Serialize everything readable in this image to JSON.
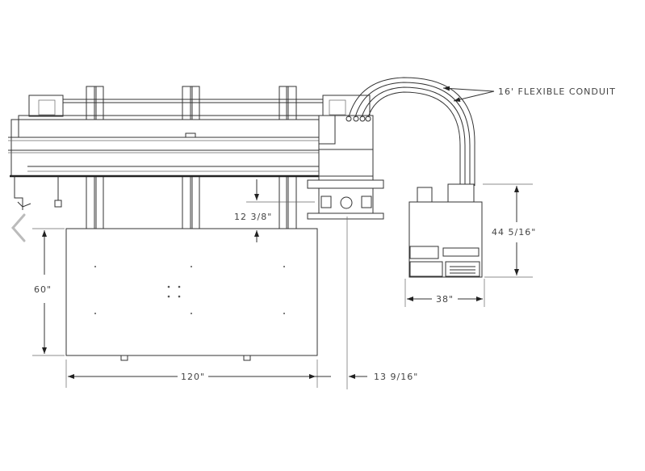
{
  "drawing": {
    "labels": {
      "conduit": "16' FLEXIBLE CONDUIT",
      "table_depth": "60\"",
      "table_width": "120\"",
      "head_clearance": "12 3/8\"",
      "head_offset": "13 9/16\"",
      "cabinet_height": "44 5/16\"",
      "cabinet_width": "38\""
    }
  },
  "nav": {
    "prev_icon": "chevron-left-icon"
  }
}
